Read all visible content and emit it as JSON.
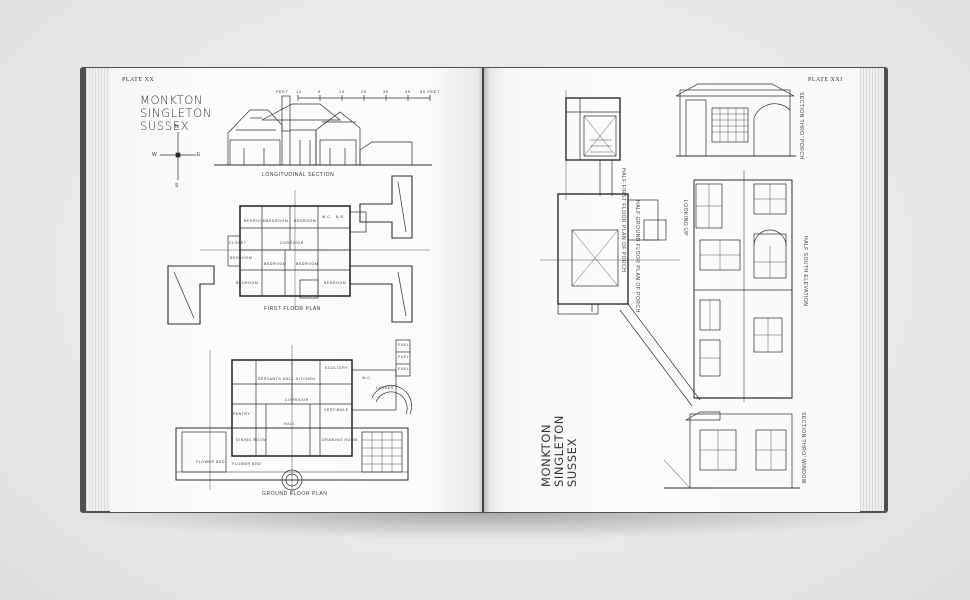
{
  "book": {
    "left_page": {
      "plate": "PLATE XX",
      "title_lines": [
        "MONKTON",
        "SINGLETON",
        "SUSSEX"
      ],
      "compass": {
        "north": "N",
        "south": "S",
        "east": "E",
        "west": "W"
      },
      "scale_label": "FEET",
      "scale_ticks": [
        "10",
        "0",
        "10",
        "20",
        "30",
        "40",
        "50 FEET"
      ],
      "captions": {
        "section": "LONGITUDINAL SECTION",
        "first_floor": "FIRST FLOOR PLAN",
        "ground_floor": "GROUND FLOOR PLAN"
      },
      "room_labels": [
        "BEDROOM",
        "BEDROOM",
        "BEDROOM",
        "W.C.",
        "B.R.",
        "CORRIDOR",
        "CLOSET",
        "BEDROOM",
        "BEDROOM",
        "BEDROOM",
        "BEDROOM",
        "BEDROOM",
        "SERVANTS HALL",
        "KITCHEN",
        "SCULLERY",
        "W.C.",
        "LARDER",
        "CORRIDOR",
        "PANTRY",
        "VESTIBULE",
        "HALL",
        "DINING ROOM",
        "DRAWING ROOM",
        "FLOWER BED",
        "FLOWER BED",
        "FUEL",
        "FUEL",
        "FUEL"
      ]
    },
    "right_page": {
      "plate": "PLATE XXI",
      "title_lines": [
        "MONKTON",
        "SINGLETON",
        "SUSSEX"
      ],
      "captions": {
        "half_first_floor": "HALF FIRST FLOOR PLAN OF PORCH",
        "half_ground_floor": "HALF GROUND FLOOR PLAN OF PORCH",
        "section_porch": "SECTION THRO' PORCH",
        "looking_up": "LOOKING UP",
        "half_south_elevation": "HALF SOUTH ELEVATION",
        "section_window": "SECTION THRO' WINDOW"
      }
    }
  },
  "colors": {
    "cover": "#4d5052",
    "paper": "#fbfbfb",
    "ink": "#2e2e2e",
    "background": "#ececec"
  }
}
